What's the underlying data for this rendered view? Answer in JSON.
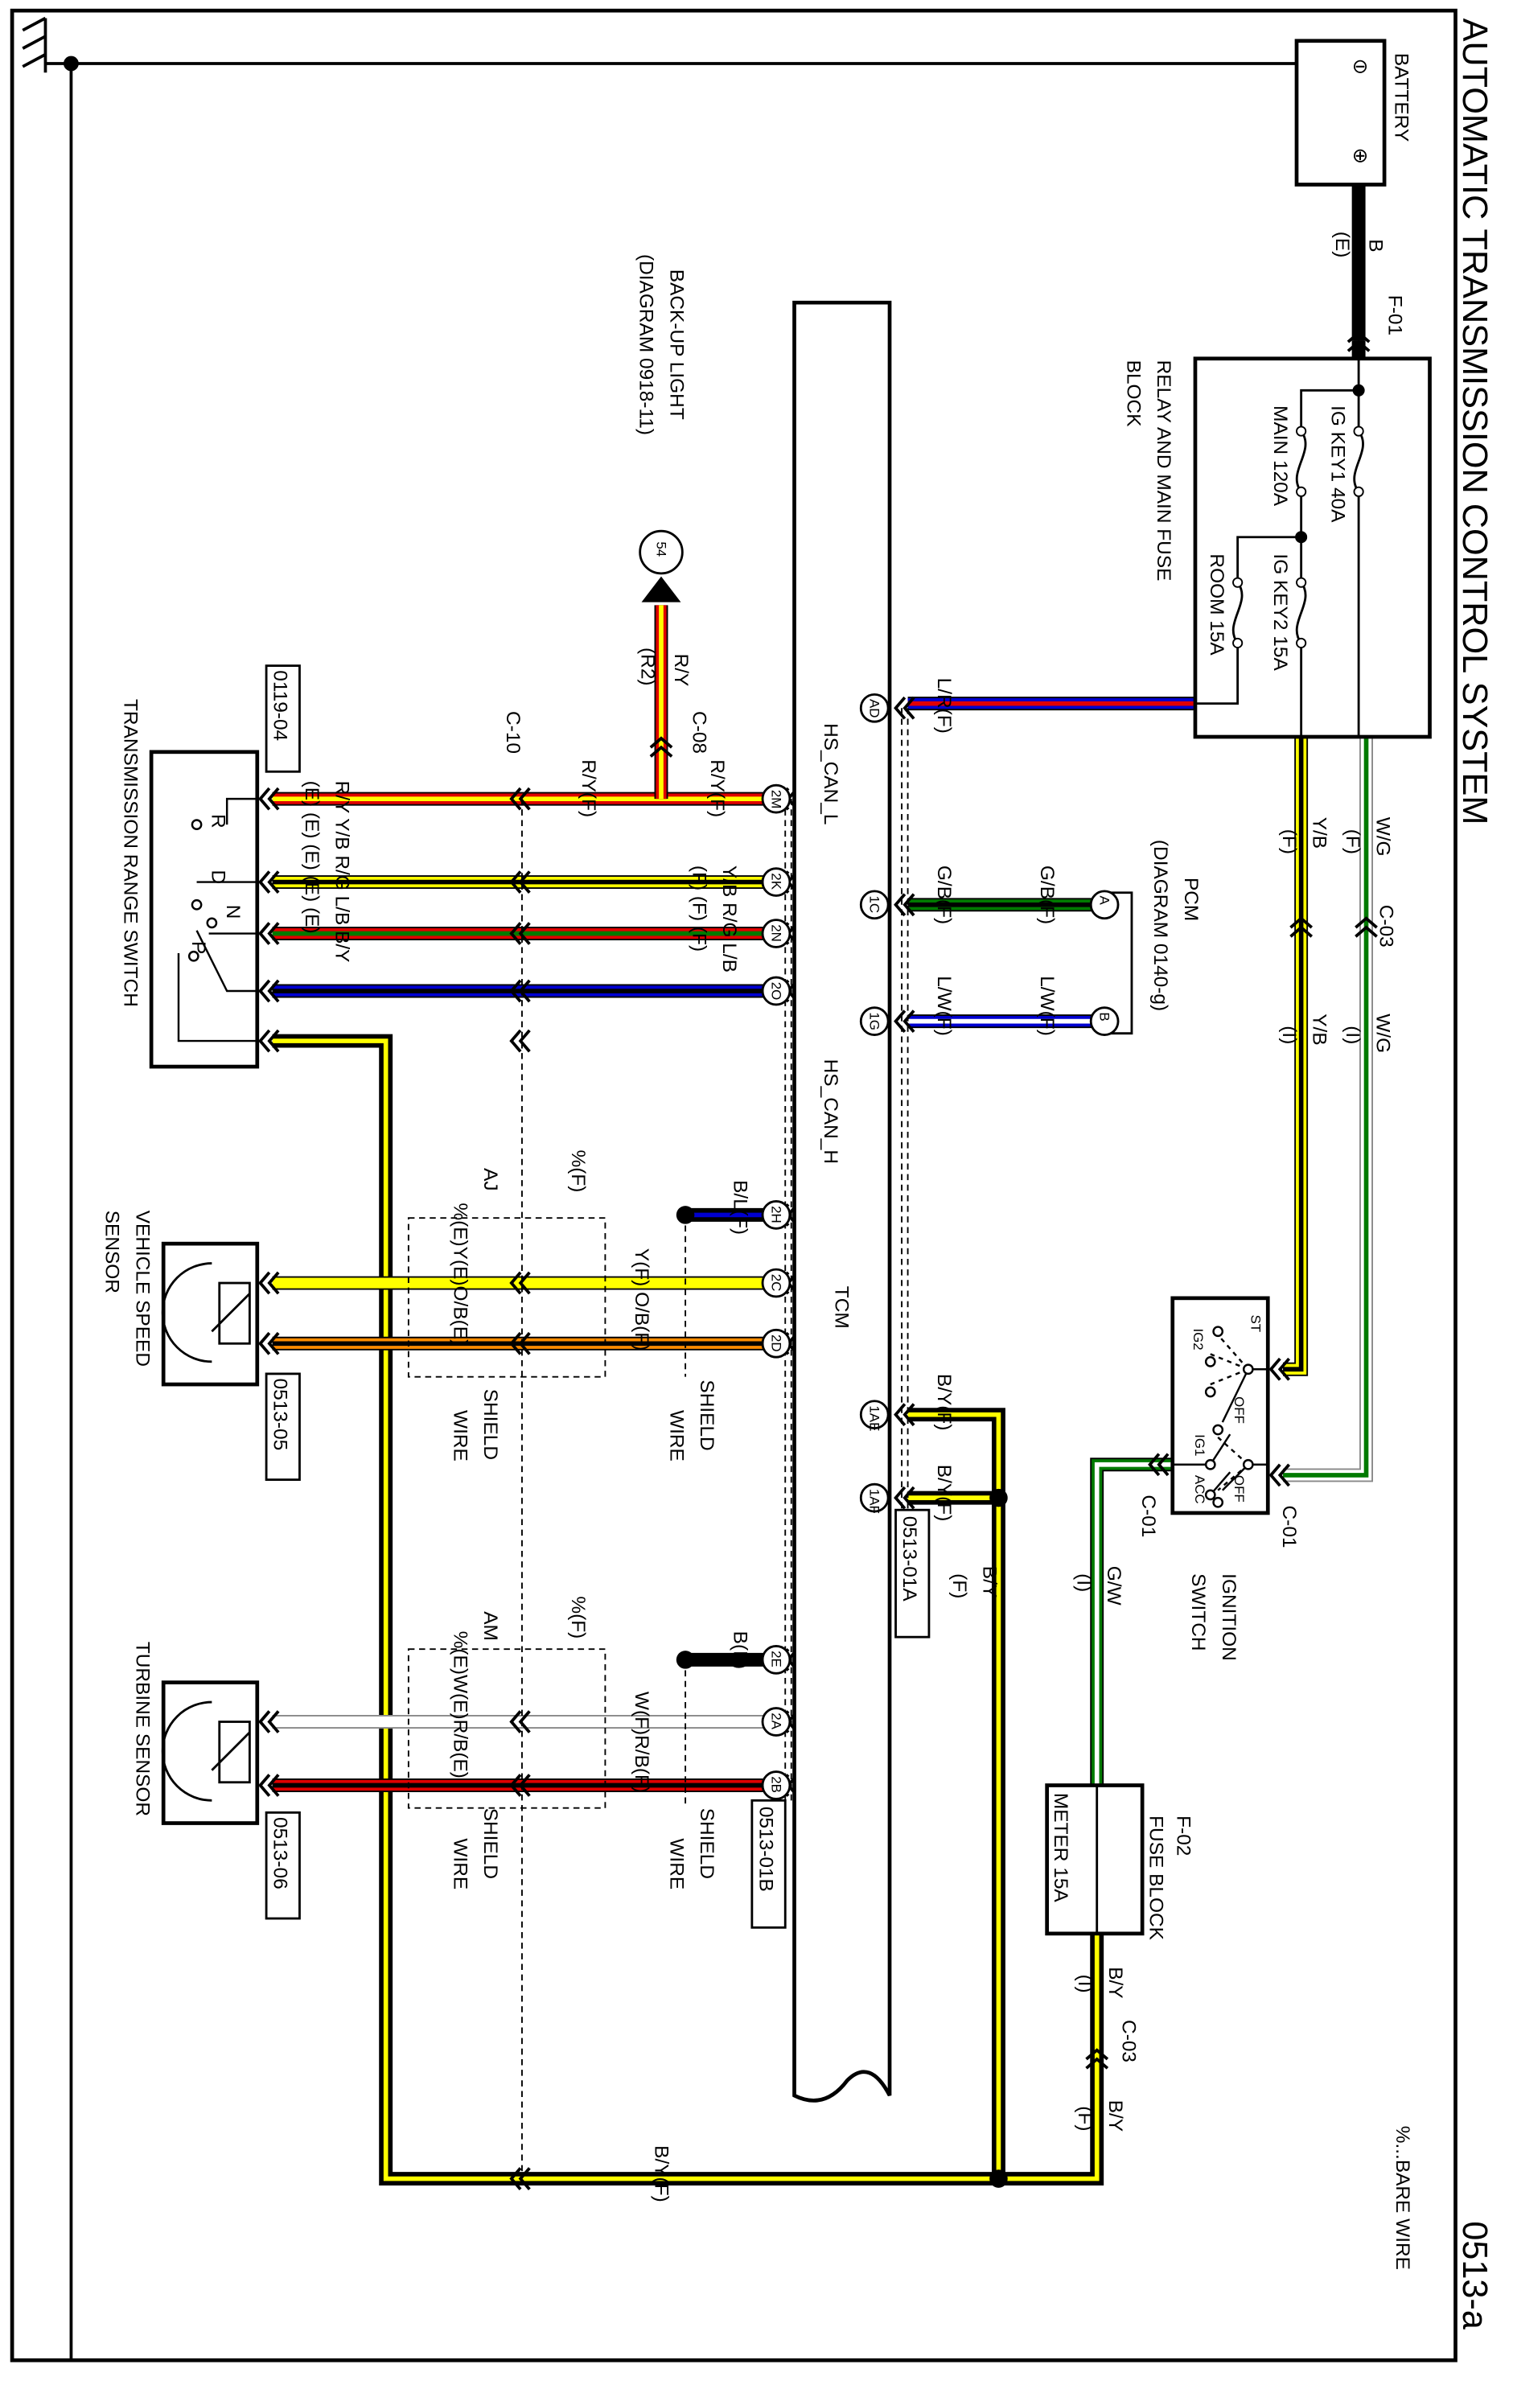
{
  "title": "AUTOMATIC TRANSMISSION CONTROL SYSTEM",
  "page_code": "0513-a",
  "legend_note": "%...BARE WIRE",
  "battery": {
    "label": "BATTERY",
    "minus": "⊖",
    "plus": "⊕",
    "wire": "B",
    "wire_loc": "(E)"
  },
  "f01": "F-01",
  "relay_block": {
    "label_1": "RELAY AND MAIN FUSE",
    "label_2": "BLOCK",
    "fuses": [
      "IG KEY1 40A",
      "MAIN 120A",
      "IG KEY2 15A",
      "ROOM 15A"
    ]
  },
  "c03_top": {
    "label": "C-03",
    "wg_f": "W/G",
    "wg_f_loc": "(F)",
    "yb_f": "Y/B",
    "yb_f_loc": "(F)",
    "wg_i": "W/G",
    "wg_i_loc": "(I)",
    "yb_i": "Y/B",
    "yb_i_loc": "(I)"
  },
  "ignition_switch": {
    "label_1": "IGNITION",
    "label_2": "SWITCH",
    "c01_a": "C-01",
    "c01_b": "C-01",
    "positions": [
      "ST",
      "IG2",
      "OFF",
      "IG1",
      "ACC",
      "OFF"
    ]
  },
  "gw_wire": {
    "color": "G/W",
    "loc": "(I)"
  },
  "fuse_block": {
    "id": "F-02",
    "label": "FUSE BLOCK",
    "fuse": "METER 15A"
  },
  "c03_bottom": {
    "label": "C-03",
    "by_i": "B/Y",
    "by_i_loc": "(I)",
    "by_f": "B/Y",
    "by_f_loc": "(F)"
  },
  "pcm": {
    "label": "PCM",
    "ref": "(DIAGRAM 0140-g)",
    "pin_a": "A",
    "pin_b": "B",
    "gb_1": "G/B(F)",
    "gb_2": "G/B(F)",
    "lw_1": "L/W(F)",
    "lw_2": "L/W(F)"
  },
  "tcm": {
    "label": "TCM",
    "lr": "L/R(F)",
    "hs_can_l": "HS_CAN_L",
    "hs_can_h": "HS_CAN_H",
    "by_1": "B/Y(F)",
    "by_2": "B/Y(F)",
    "by_3": "B/Y",
    "by_3_loc": "(F)",
    "by_bottom": "B/Y(F)",
    "conn_a": "0513-01A",
    "conn_b": "0513-01B",
    "pins_right": [
      "AD",
      "1C",
      "1G",
      "1AE",
      "1AF"
    ],
    "pins_left": [
      "2M",
      "2K",
      "2N",
      "2O",
      "2H",
      "2C",
      "2D",
      "2E",
      "2A",
      "2B"
    ]
  },
  "backup_light": {
    "label": "BACK-UP LIGHT",
    "ref": "(DIAGRAM 0918-11)",
    "node": "54",
    "wire": "R/Y",
    "wire_loc": "(R2)",
    "c08": "C-08"
  },
  "range_side": {
    "c10": "C-10",
    "ry_tcm": "R/Y(F)",
    "ry_mid": "R/Y(F)",
    "tcm_colors": "Y/B R/G L/B",
    "tcm_locs": "(F)  (F)  (F)",
    "sw_colors": "R/Y  Y/B R/G L/B B/Y",
    "sw_locs": "(E)  (E)  (E)  (E)  (E)",
    "connector": "0119-04",
    "switch_label": "TRANSMISSION RANGE SWITCH",
    "positions": [
      "R",
      "D",
      "N",
      "P"
    ]
  },
  "vss": {
    "bl": "B/L(F)",
    "percent_f": "%(F)",
    "yf_of": "Y(F) O/B(F)",
    "aj": "AJ",
    "ye_ob": "%(E)Y(E)O/B(E)",
    "shield_1": "SHIELD",
    "wire_1": "WIRE",
    "shield_2": "SHIELD",
    "wire_2": "WIRE",
    "connector": "0513-05",
    "label_1": "VEHICLE SPEED",
    "label_2": "SENSOR"
  },
  "turbine": {
    "b": "B(F)",
    "percent_f": "%(F)",
    "wf_rb": "W(F)R/B(F)",
    "am": "AM",
    "we_rb": "%(E)W(E)R/B(E)",
    "shield_1": "SHIELD",
    "wire_1": "WIRE",
    "shield_2": "SHIELD",
    "wire_2": "WIRE",
    "connector": "0513-06",
    "label": "TURBINE SENSOR"
  },
  "colors": {
    "Y": "#ffff00",
    "B": "#000000",
    "R": "#e00000",
    "G": "#007a00",
    "L": "#0000d0",
    "W": "#ffffff",
    "O": "#ff8c00"
  }
}
